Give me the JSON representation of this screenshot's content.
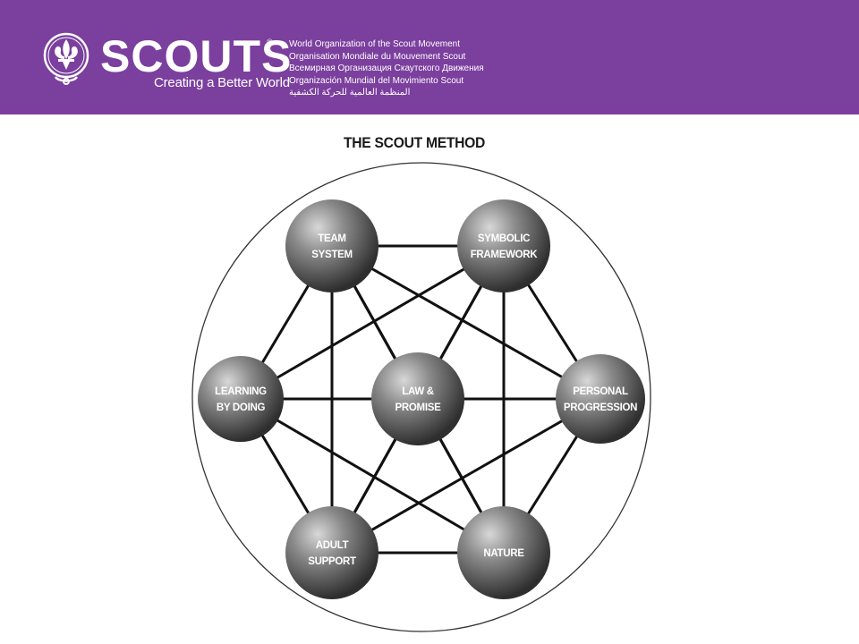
{
  "header": {
    "brand": "SCOUTS",
    "registered_mark": "®",
    "tagline": "Creating a Better World",
    "org_names": [
      "World Organization of the Scout Movement",
      "Organisation Mondiale du Mouvement Scout",
      "Всемирная Организация Скаутского Движения",
      "Organización Mundial del Movimiento Scout",
      "المنظمة العالمية للحركة الكشفية"
    ],
    "background_color": "#7b3f9e",
    "emblem_icon": "fleur-de-lis-icon"
  },
  "diagram": {
    "title": "THE SCOUT METHOD",
    "nodes": [
      {
        "id": "team",
        "lines": [
          "TEAM",
          "SYSTEM"
        ]
      },
      {
        "id": "symbolic",
        "lines": [
          "SYMBOLIC",
          "FRAMEWORK"
        ]
      },
      {
        "id": "learning",
        "lines": [
          "LEARNING",
          "BY DOING"
        ]
      },
      {
        "id": "law",
        "lines": [
          "LAW &",
          "PROMISE"
        ]
      },
      {
        "id": "personal",
        "lines": [
          "PERSONAL",
          "PROGRESSION"
        ]
      },
      {
        "id": "adult",
        "lines": [
          "ADULT",
          "SUPPORT"
        ]
      },
      {
        "id": "nature",
        "lines": [
          "NATURE"
        ]
      }
    ],
    "connections": [
      [
        "team",
        "symbolic"
      ],
      [
        "team",
        "learning"
      ],
      [
        "team",
        "law"
      ],
      [
        "team",
        "personal"
      ],
      [
        "team",
        "adult"
      ],
      [
        "team",
        "nature"
      ],
      [
        "symbolic",
        "learning"
      ],
      [
        "symbolic",
        "law"
      ],
      [
        "symbolic",
        "personal"
      ],
      [
        "symbolic",
        "adult"
      ],
      [
        "symbolic",
        "nature"
      ],
      [
        "learning",
        "law"
      ],
      [
        "learning",
        "personal"
      ],
      [
        "learning",
        "adult"
      ],
      [
        "learning",
        "nature"
      ],
      [
        "law",
        "personal"
      ],
      [
        "law",
        "adult"
      ],
      [
        "law",
        "nature"
      ],
      [
        "personal",
        "adult"
      ],
      [
        "personal",
        "nature"
      ],
      [
        "adult",
        "nature"
      ]
    ]
  }
}
